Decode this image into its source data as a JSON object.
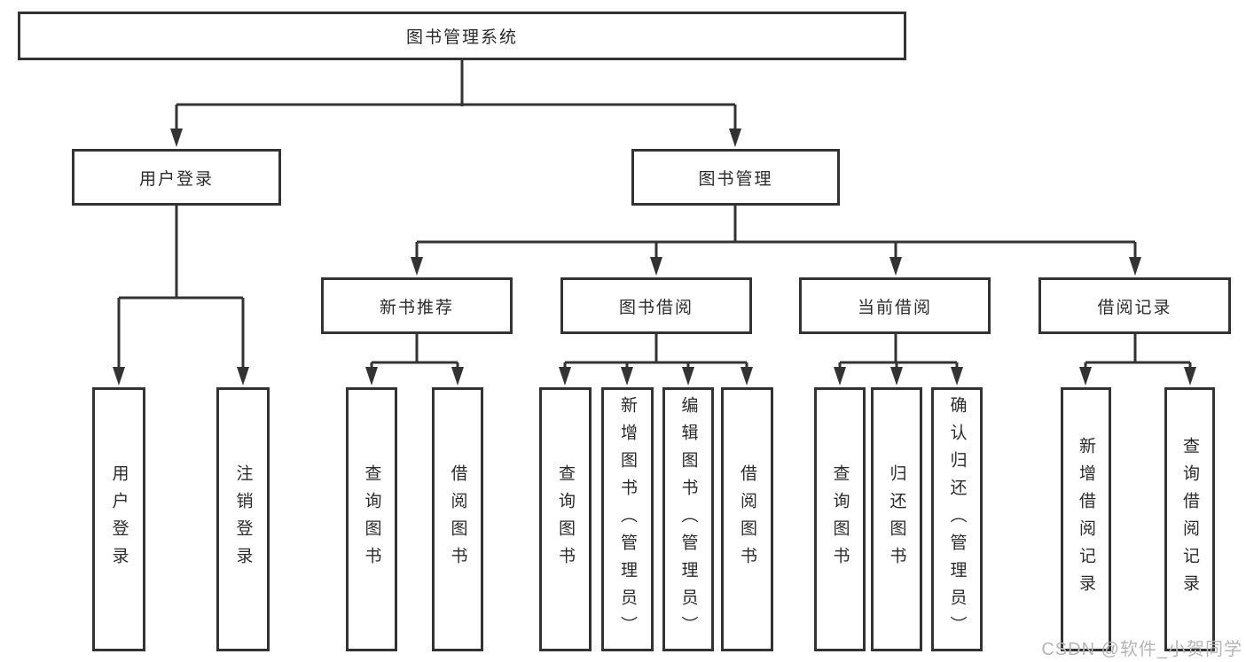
{
  "diagram_title": "图书管理系统",
  "nodes": {
    "root": "图书管理系统",
    "level2": [
      "用户登录",
      "图书管理"
    ],
    "level3": [
      "新书推荐",
      "图书借阅",
      "当前借阅",
      "借阅记录"
    ],
    "leaves": {
      "user_login": [
        "用户登录",
        "注销登录"
      ],
      "new_book_recommend": [
        "查询图书",
        "借阅图书"
      ],
      "book_borrow": [
        "查询图书",
        "新增图书（管理员）",
        "编辑图书（管理员）",
        "借阅图书"
      ],
      "current_borrow": [
        "查询图书",
        "归还图书",
        "确认归还（管理员）"
      ],
      "borrow_records": [
        "新增借阅记录",
        "查询借阅记录"
      ]
    }
  },
  "watermark": "CSDN @软件_小贺同学",
  "colors": {
    "line": "#333333",
    "box_border": "#333333",
    "text": "#2b2b2b",
    "background": "#ffffff",
    "watermark": "#b5b5b5"
  }
}
